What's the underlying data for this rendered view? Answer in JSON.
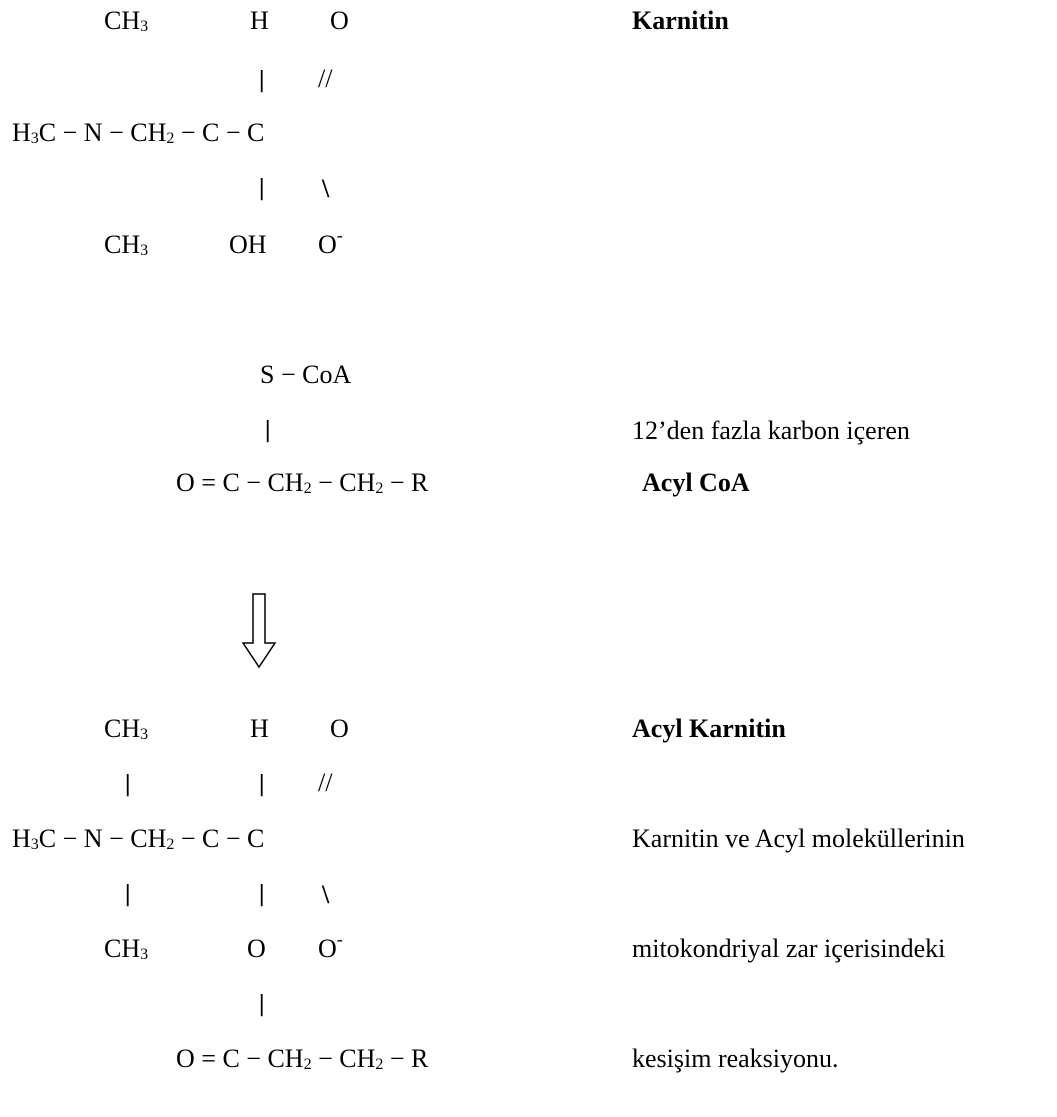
{
  "karnitin": {
    "label": "Karnitin",
    "row1": {
      "ch3": "CH",
      "ch3_sub": "3",
      "h": "H",
      "o": "O"
    },
    "row2": {
      "bond_h": "|",
      "double": "//"
    },
    "row3": {
      "h3c": "H",
      "h3c_sub": "3",
      "chain_a": "C − N − CH",
      "ch2_sub": "2",
      "chain_b": " − C − C"
    },
    "row4": {
      "bond_oh": "|",
      "single": "\\"
    },
    "row5": {
      "ch3": "CH",
      "ch3_sub": "3",
      "oh": "OH",
      "ominus": "O",
      "charge": "-"
    }
  },
  "acyl_coa": {
    "scoa": "S − CoA",
    "bond": "|",
    "chain": {
      "a": "O = C − CH",
      "s1": "2",
      "b": " − CH",
      "s2": "2",
      "c": " − R"
    },
    "desc": "12’den fazla karbon içeren",
    "label": "Acyl CoA"
  },
  "acyl_karnitin": {
    "label": "Acyl Karnitin",
    "row1": {
      "ch3": "CH",
      "ch3_sub": "3",
      "h": "H",
      "o": "O"
    },
    "row2": {
      "bond_n": "|",
      "bond_h": "|",
      "double": "//"
    },
    "row3": {
      "h3c": "H",
      "h3c_sub": "3",
      "chain_a": "C − N − CH",
      "ch2_sub": "2",
      "chain_b": " − C − C"
    },
    "row4": {
      "bond_n": "|",
      "bond_o": "|",
      "single": "\\"
    },
    "row5": {
      "ch3": "CH",
      "ch3_sub": "3",
      "o": "O",
      "ominus": "O",
      "charge": "-"
    },
    "row6": {
      "bond": "|"
    },
    "row7": {
      "a": "O = C − CH",
      "s1": "2",
      "b": " − CH",
      "s2": "2",
      "c": " − R"
    },
    "desc1": "Karnitin ve Acyl moleküllerinin",
    "desc2": "mitokondriyal zar içerisindeki",
    "desc3": "kesişim reaksiyonu."
  }
}
